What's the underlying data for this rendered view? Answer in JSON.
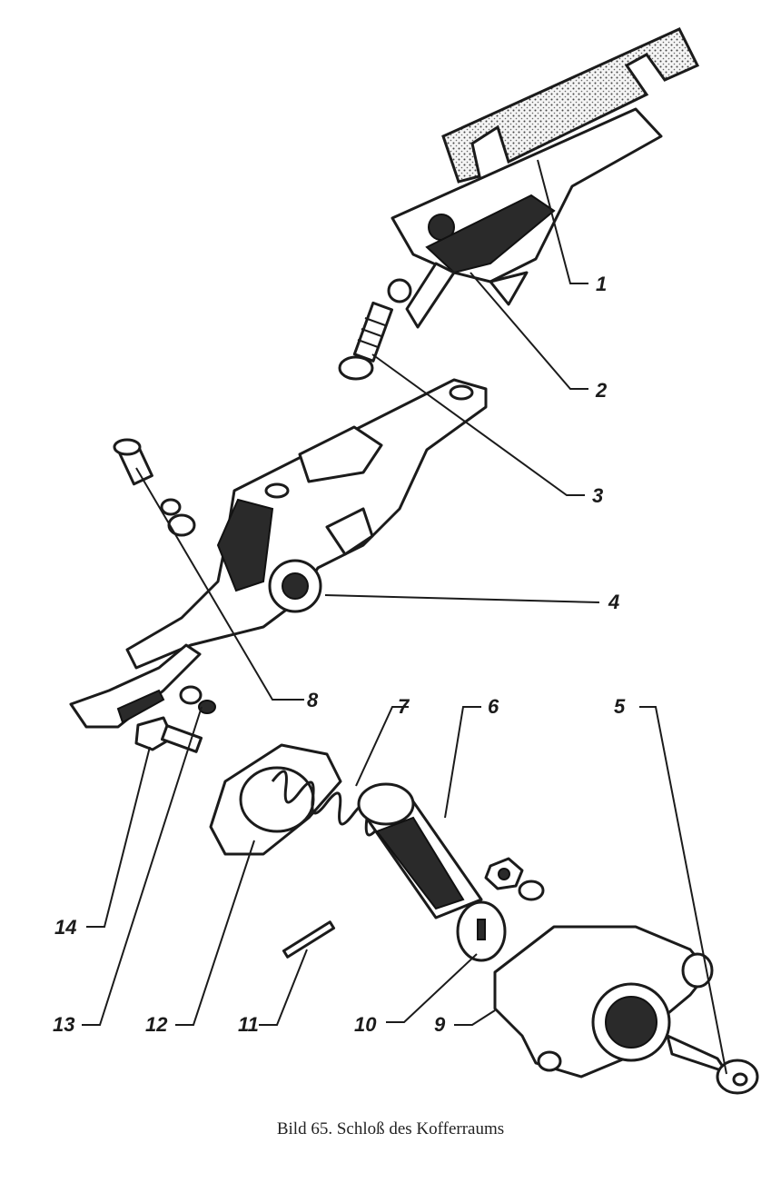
{
  "caption": "Bild 65. Schloß des Kofferraums",
  "labels": {
    "p1": "1",
    "p2": "2",
    "p3": "3",
    "p4": "4",
    "p5": "5",
    "p6": "6",
    "p7": "7",
    "p8": "8",
    "p9": "9",
    "p10": "10",
    "p11": "11",
    "p12": "12",
    "p13": "13",
    "p14": "14"
  }
}
